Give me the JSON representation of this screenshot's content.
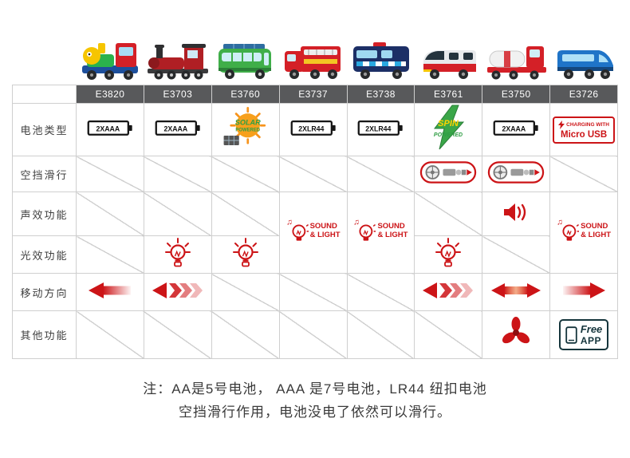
{
  "models": [
    "E3820",
    "E3703",
    "E3760",
    "E3737",
    "E3738",
    "E3761",
    "E3750",
    "E3726"
  ],
  "row_labels": {
    "battery": "电池类型",
    "coast": "空挡滑行",
    "sound": "声效功能",
    "light": "光效功能",
    "direction": "移动方向",
    "other": "其他功能"
  },
  "battery": {
    "e3820": "2XAAA",
    "e3703": "2XAAA",
    "solar_line1": "SOLAR",
    "solar_line2": "POWERED",
    "e3737": "2XLR44",
    "e3738": "2XLR44",
    "spin_line1": "SPIN",
    "spin_line2": "POWERED",
    "e3750": "2XAAA",
    "charge_line1": "CHARGING WITH",
    "charge_line2": "Micro USB"
  },
  "labels": {
    "sound_line1": "SOUND",
    "sound_line2": "& LIGHT",
    "free": "Free",
    "app": "APP"
  },
  "icons": {
    "music_note": "♫"
  },
  "note": {
    "line1": "注：AA是5号电池， AAA 是7号电池，LR44 纽扣电池",
    "line2": "空挡滑行作用，电池没电了依然可以滑行。"
  },
  "colors": {
    "accent_red": "#cc1417",
    "header_bg": "#58595b",
    "border_gray": "#cfcfcf",
    "solar_orange": "#f7a01b",
    "spin_green": "#3aa648"
  }
}
